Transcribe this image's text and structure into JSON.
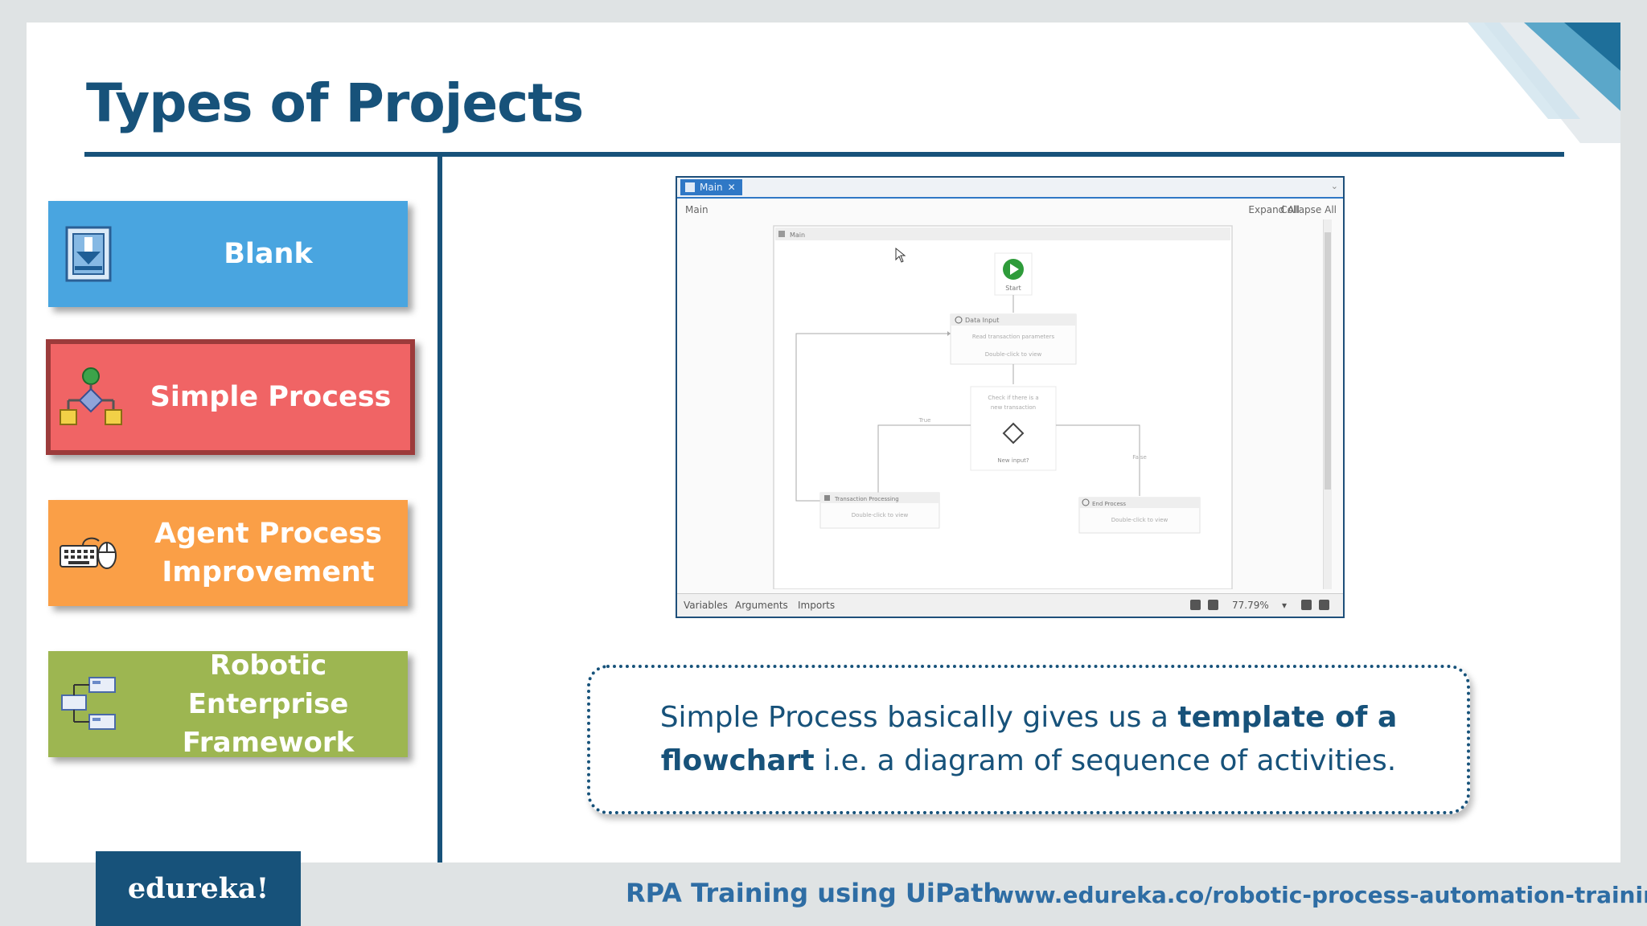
{
  "slide": {
    "title": "Types of Projects"
  },
  "project_types": [
    {
      "label": "Blank",
      "icon": "blank-project-icon",
      "color": "#49a5e0"
    },
    {
      "label": "Simple Process",
      "icon": "flowchart-icon",
      "color": "#f06465",
      "selected": true
    },
    {
      "label_line1": "Agent Process",
      "label_line2": "Improvement",
      "icon": "keyboard-mouse-icon",
      "color": "#fa9f47"
    },
    {
      "label_line1": "Robotic Enterprise",
      "label_line2": "Framework",
      "icon": "framework-icon",
      "color": "#9db651"
    }
  ],
  "studio_screenshot": {
    "tab_label": "Main",
    "breadcrumb": "Main",
    "expand_all": "Expand All",
    "collapse_all": "Collapse All",
    "sequence_title": "Main",
    "nodes": {
      "start": "Start",
      "data_input_title": "Data Input",
      "data_input_desc": "Read transaction parameters",
      "data_input_hint": "Double-click to view",
      "decision_desc_line1": "Check if there is a",
      "decision_desc_line2": "new transaction",
      "decision_label": "New input?",
      "true_label": "True",
      "false_label": "False",
      "transaction_title": "Transaction Processing",
      "transaction_hint": "Double-click to view",
      "end_title": "End Process",
      "end_hint": "Double-click to view"
    },
    "status_bar": {
      "variables": "Variables",
      "arguments": "Arguments",
      "imports": "Imports",
      "zoom": "77.79%"
    }
  },
  "callout": {
    "text_part1": "Simple Process basically gives us a ",
    "text_bold1": "template of a flowchart",
    "text_part2": " i.e. a diagram of sequence of activities."
  },
  "footer": {
    "logo": "edureka!",
    "course": "RPA Training using UiPath",
    "url": "www.edureka.co/robotic-process-automation-training"
  },
  "colors": {
    "primary": "#17527a",
    "link": "#2e6da4"
  }
}
